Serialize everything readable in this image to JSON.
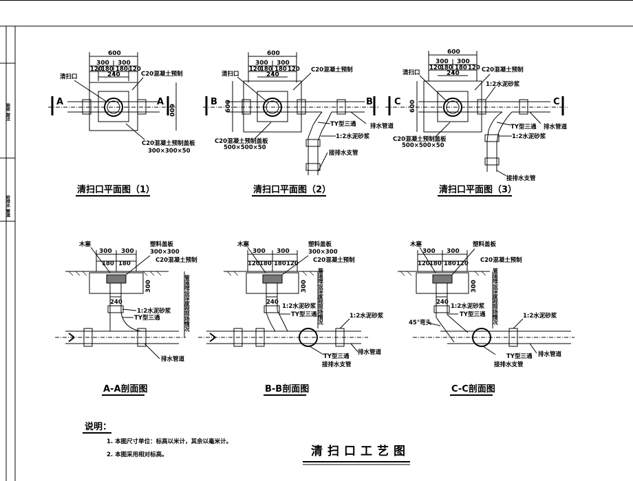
{
  "title_block": {
    "side_label_1": "装修\n做法",
    "side_label_2": "给排水\n管道"
  },
  "plans": [
    {
      "caption": "清扫口平面图（1）",
      "section": "A",
      "dims": {
        "total": "600",
        "half_l": "300",
        "half_r": "300",
        "sub": [
          "120",
          "180",
          "180",
          "120"
        ],
        "center": "240",
        "side": "600"
      },
      "labels": {
        "cleanout": "清扫口",
        "c20_pre": "C20混凝土预制",
        "cover": "C20混凝土预制盖板",
        "cover_size": "300×300×50"
      }
    },
    {
      "caption": "清扫口平面图（2）",
      "section": "B",
      "dims": {
        "total": "600",
        "half_l": "300",
        "half_r": "300",
        "sub": [
          "120",
          "180",
          "180",
          "120"
        ],
        "center": "240",
        "side": "600"
      },
      "labels": {
        "cleanout": "清扫口",
        "c20_pre": "C20混凝土预制",
        "cover": "C20混凝土预制盖板",
        "cover_size": "500×500×50",
        "tee": "TY型三通",
        "mortar": "1:2水泥砂浆",
        "drain": "排水管道",
        "branch": "接排水支管"
      }
    },
    {
      "caption": "清扫口平面图（3）",
      "section": "C",
      "dims": {
        "total": "600",
        "half_l": "300",
        "half_r": "300",
        "sub": [
          "120",
          "180",
          "180",
          "120"
        ],
        "center": "240",
        "side": "600"
      },
      "labels": {
        "cleanout": "清扫口",
        "c20_pre": "C20混凝土预制",
        "cover": "C20混凝土预制盖板",
        "cover_size": "500×500×50",
        "tee": "TY型三通",
        "mortar": "1:2水泥砂浆",
        "drain": "排水管道",
        "branch": "接排水支管"
      }
    }
  ],
  "sections": [
    {
      "caption": "A-A剖面图",
      "labels": {
        "wood": "木塞",
        "plastic": "塑料盖板",
        "plastic_size": "300×300",
        "c20_pre": "C20混凝土预制",
        "depth": "300",
        "w1": "300",
        "w2": "300",
        "sub": [
          "180",
          "180"
        ],
        "center": "240",
        "mortar": "1:2水泥砂浆",
        "tee": "TY型三通",
        "drain": "排水管道",
        "vertical": "管道埋设深度视现场情况"
      }
    },
    {
      "caption": "B-B剖面图",
      "labels": {
        "wood": "木塞",
        "plastic": "塑料盖板",
        "plastic_size": "300×300",
        "c20_pre": "C20混凝土预制",
        "depth": "300",
        "w1": "300",
        "w2": "300",
        "sub": [
          "120",
          "180",
          "180",
          "120"
        ],
        "center": "240",
        "mortar": "1:2水泥砂浆",
        "tee": "TY型三通",
        "drain": "排水管道",
        "branch": "接排水支管",
        "vertical": "管道埋设深度视现场情况"
      }
    },
    {
      "caption": "C-C剖面图",
      "labels": {
        "wood": "木塞",
        "plastic": "塑料盖板",
        "c20_pre": "C20混凝土预制",
        "depth": "300",
        "w1": "300",
        "w2": "300",
        "sub": [
          "120",
          "180",
          "180",
          "120"
        ],
        "center": "240",
        "mortar": "1:2水泥砂浆",
        "tee": "TY型三通",
        "drain": "排水管道",
        "branch": "接排水支管",
        "elbow": "45°弯头",
        "vertical": "管道埋设深度视现场情况"
      }
    }
  ],
  "notes": {
    "heading": "说明：",
    "items": [
      "1. 本图尺寸单位：标高以米计，其余以毫米计。",
      "2. 本图采用相对标高。"
    ]
  },
  "drawing_title": "清扫口工艺图"
}
